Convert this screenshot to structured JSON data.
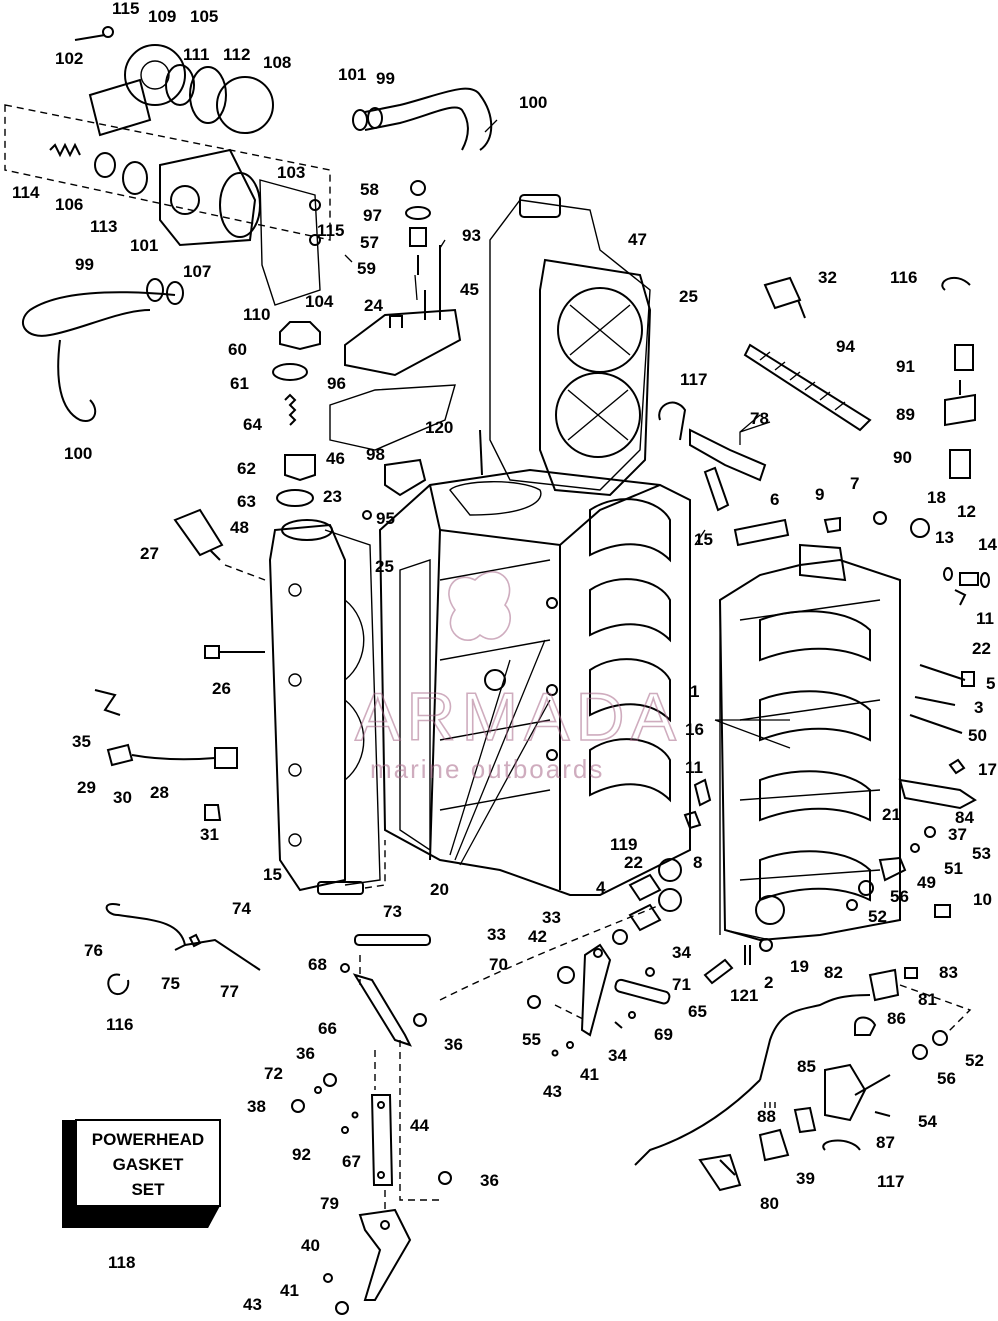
{
  "labels": {
    "l115a": "115",
    "l109": "109",
    "l105": "105",
    "l102": "102",
    "l111": "111",
    "l112": "112",
    "l108": "108",
    "l101a": "101",
    "l99a": "99",
    "l100a": "100",
    "l114": "114",
    "l106": "106",
    "l113": "113",
    "l103": "103",
    "l58": "58",
    "l97": "97",
    "l57": "57",
    "l59": "59",
    "l93": "93",
    "l47": "47",
    "l115b": "115",
    "l101b": "101",
    "l99b": "99",
    "l107": "107",
    "l24": "24",
    "l45": "45",
    "l32": "32",
    "l116a": "116",
    "l25a": "25",
    "l110": "110",
    "l104": "104",
    "l60": "60",
    "l100b": "100",
    "l61": "61",
    "l96": "96",
    "l94": "94",
    "l91": "91",
    "l64": "64",
    "l117a": "117",
    "l89": "89",
    "l78": "78",
    "l120": "120",
    "l46": "46",
    "l98": "98",
    "l90": "90",
    "l62": "62",
    "l7": "7",
    "l18": "18",
    "l9": "9",
    "l6": "6",
    "l63": "63",
    "l23": "23",
    "l12": "12",
    "l95": "95",
    "l48": "48",
    "l13": "13",
    "l14": "14",
    "l27": "27",
    "l15a": "15",
    "l25b": "25",
    "l11a": "11",
    "l22a": "22",
    "l26": "26",
    "l5": "5",
    "l1": "1",
    "l3": "3",
    "l35": "35",
    "l16": "16",
    "l50": "50",
    "l17": "17",
    "l29": "29",
    "l30": "30",
    "l28": "28",
    "l11b": "11",
    "l84": "84",
    "l31": "31",
    "l21": "21",
    "l37": "37",
    "l119": "119",
    "l53": "53",
    "l22b": "22",
    "l8": "8",
    "l51": "51",
    "l15b": "15",
    "l49": "49",
    "l20": "20",
    "l4": "4",
    "l56a": "56",
    "l10": "10",
    "l52a": "52",
    "l74": "74",
    "l33a": "33",
    "l73": "73",
    "l33b": "33",
    "l42": "42",
    "l34a": "34",
    "l76": "76",
    "l19": "19",
    "l75": "75",
    "l77": "77",
    "l70": "70",
    "l71": "71",
    "l82": "82",
    "l83": "83",
    "l68": "68",
    "l121": "121",
    "l2": "2",
    "l81": "81",
    "l116b": "116",
    "l65": "65",
    "l66": "66",
    "l55": "55",
    "l69": "69",
    "l36a": "36",
    "l86": "86",
    "l34b": "34",
    "l52b": "52",
    "l36b": "36",
    "l41a": "41",
    "l43a": "43",
    "l56b": "56",
    "l72": "72",
    "l85": "85",
    "l38": "38",
    "l88": "88",
    "l54": "54",
    "l44": "44",
    "l87": "87",
    "l92": "92",
    "l67": "67",
    "l39": "39",
    "l117b": "117",
    "l36c": "36",
    "l80": "80",
    "l79": "79",
    "l118": "118",
    "l40": "40",
    "l41b": "41",
    "l43b": "43"
  },
  "gasket_box": {
    "line1": "POWERHEAD",
    "line2": "GASKET",
    "line3": "SET"
  },
  "watermark": {
    "brand": "ARMADA",
    "tagline": "marine outboards"
  }
}
